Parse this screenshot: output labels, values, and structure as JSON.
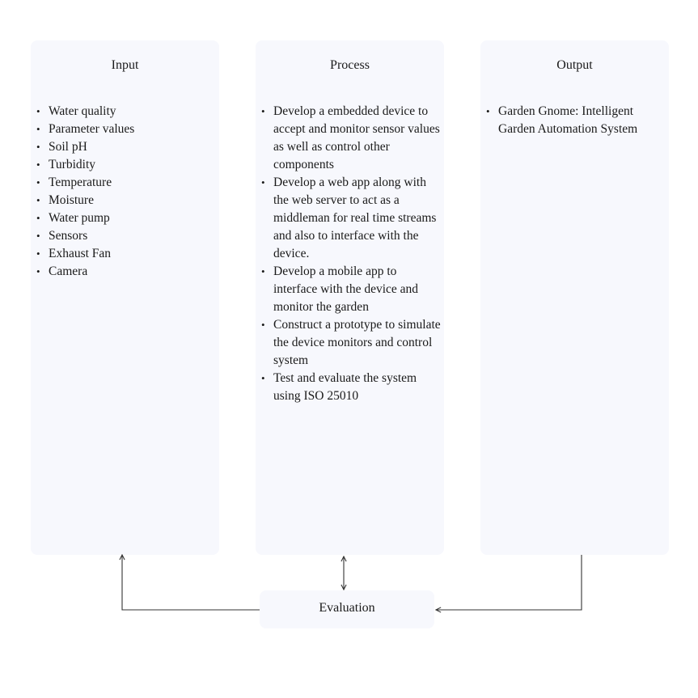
{
  "columns": {
    "input": {
      "title": "Input",
      "items": [
        "Water quality",
        "Parameter values",
        "Soil pH",
        "Turbidity",
        "Temperature",
        "Moisture",
        "Water pump",
        "Sensors",
        "Exhaust Fan",
        "Camera"
      ]
    },
    "process": {
      "title": "Process",
      "items": [
        "Develop a embedded device to accept and monitor sensor values as well as control other components",
        "Develop a web app along with the web server to act as a middleman for real time streams and also to interface with the device.",
        "Develop a mobile app to interface with the device and monitor the garden",
        "Construct a prototype to simulate the device monitors and control system",
        "Test and evaluate the system using ISO 25010"
      ]
    },
    "output": {
      "title": "Output",
      "items": [
        "Garden Gnome: Intelligent Garden Automation System"
      ]
    }
  },
  "evaluation": {
    "label": "Evaluation"
  },
  "colors": {
    "box_fill": "#f7f8fd",
    "line": "#333333",
    "text": "#1a1a1a"
  }
}
